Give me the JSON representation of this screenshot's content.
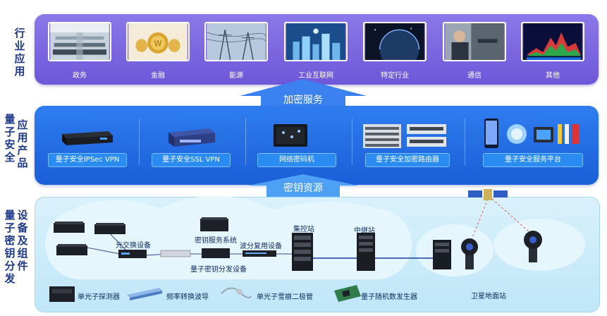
{
  "side_labels": {
    "industry": "行业应用",
    "security_1": "量子安全",
    "security_2": "应用产品",
    "devices_1": "量子密钥分发",
    "devices_2": "设备及组件"
  },
  "industry_items": [
    {
      "label": "政务",
      "icon": "office-image"
    },
    {
      "label": "金融",
      "icon": "coins-image"
    },
    {
      "label": "能源",
      "icon": "power-tower-image"
    },
    {
      "label": "工业互联网",
      "icon": "industrial-internet-image"
    },
    {
      "label": "特定行业",
      "icon": "planet-image"
    },
    {
      "label": "通信",
      "icon": "phone-call-image"
    },
    {
      "label": "其他",
      "icon": "data-terrain-image"
    }
  ],
  "arrows": {
    "encryption_service": "加密服务",
    "key_resource": "密钥资源"
  },
  "products": [
    {
      "label": "量子安全IPSec VPN"
    },
    {
      "label": "量子安全SSL VPN"
    },
    {
      "label": "网络密码机"
    },
    {
      "label": "量子安全加密路由器"
    },
    {
      "label": "量子安全服务平台"
    }
  ],
  "network": {
    "optical_switch": "光交换设备",
    "key_service": "密钥服务系统",
    "qkd_device": "量子密钥分发设备",
    "wdm": "波分复用设备",
    "control_station": "集控站",
    "relay_station": "中继站",
    "satellite_ground": "卫星地面站"
  },
  "components": [
    {
      "label": "单光子探测器"
    },
    {
      "label": "频率转换波导"
    },
    {
      "label": "单光子雪崩二极管"
    },
    {
      "label": "量子随机数发生器"
    }
  ],
  "colors": {
    "industry_panel": "#7563e0",
    "security_panel": "#2470e8",
    "devices_panel": "#cdeefb",
    "label_text": "#1f3a8a"
  }
}
